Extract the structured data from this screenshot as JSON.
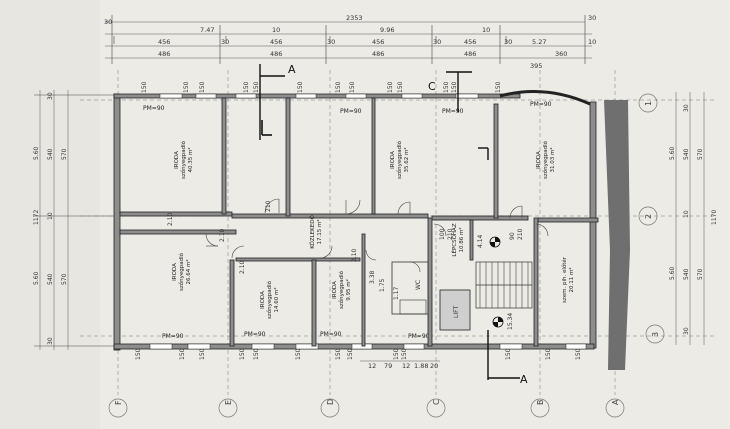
{
  "top_dimensions": {
    "row1": [
      "30",
      "7.47",
      "2353",
      "30"
    ],
    "row2": [
      "10",
      "9.96",
      "10",
      "5.27",
      "10"
    ],
    "row3": [
      "456",
      "30",
      "456",
      "30",
      "456",
      "30",
      "456",
      "30",
      "360"
    ],
    "row4": [
      "486",
      "486",
      "486",
      "486",
      "395"
    ]
  },
  "left_dimensions": [
    "30",
    "5.60",
    "540",
    "570",
    "1172",
    "10",
    "5.60",
    "540",
    "570",
    "30"
  ],
  "right_dimensions": [
    "30",
    "5.60",
    "540",
    "570",
    "1170",
    "10",
    "5.60",
    "540",
    "570",
    "30"
  ],
  "bottom_dimensions": [
    "12",
    "79",
    "12",
    "1.88",
    "20"
  ],
  "section_marks": {
    "a_top": "A",
    "c_top": "C",
    "a_bottom": "A"
  },
  "axis_letters": [
    "F",
    "E",
    "D",
    "C",
    "B",
    "A"
  ],
  "axis_numbers": [
    "1",
    "2",
    "3"
  ],
  "window_labels": [
    "150",
    "150",
    "150",
    "150",
    "150",
    "150",
    "150",
    "150",
    "150",
    "150",
    "150",
    "150",
    "150",
    "150",
    "150",
    "150",
    "150",
    "150",
    "150",
    "150",
    "150",
    "150",
    "150",
    "150",
    "150",
    "150"
  ],
  "pm_labels": [
    "PM=90",
    "PM=90",
    "PM=90",
    "PM=90",
    "PM=90",
    "PM=90",
    "PM=90",
    "PM=90"
  ],
  "rooms": [
    {
      "name": "IRODA",
      "floor": "szőnyegpadló",
      "area": "40.35 m²"
    },
    {
      "name": "IRODA",
      "floor": "szőnyegpadló",
      "area": "35.62 m²"
    },
    {
      "name": "IRODA",
      "floor": "szőnyegpadló",
      "area": "31.03 m²"
    },
    {
      "name": "KÖZLEKEDŐ",
      "floor": "",
      "area": "17.15 m²"
    },
    {
      "name": "LÉPCSŐHÁZ",
      "floor": "",
      "area": "10.86 m²"
    },
    {
      "name": "IRODA",
      "floor": "szőnyegpadló",
      "area": "26.64 m²"
    },
    {
      "name": "IRODA",
      "floor": "szőnyegpadló",
      "area": "14.60 m²"
    },
    {
      "name": "IRODA",
      "floor": "szőnyegpadló",
      "area": "9.95 m²"
    },
    {
      "name": "szem. pih. előtér",
      "floor": "",
      "area": "20.11 m²"
    }
  ],
  "small_labels": [
    "WC",
    "LIFT",
    "2.10",
    "210",
    "100",
    "210",
    "90",
    "210",
    "4.14",
    "15.34",
    "3.38",
    "1.75",
    "1.17",
    "2.10",
    "2.10",
    "2.10"
  ]
}
